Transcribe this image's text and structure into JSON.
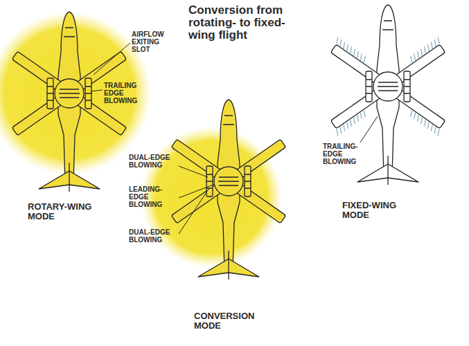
{
  "diagram": {
    "title": "Conversion from rotating- to fixed-wing flight",
    "labels": [
      "AIRFLOW EXITING SLOT",
      "TRAILING EDGE BLOWING",
      "ROTARY-WING MODE",
      "DUAL-EDGE BLOWING",
      "LEADING-EDGE BLOWING",
      "DUAL-EDGE BLOWING",
      "CONVERSION MODE",
      "TRAILING-EDGE BLOWING",
      "FIXED-WING MODE"
    ]
  }
}
